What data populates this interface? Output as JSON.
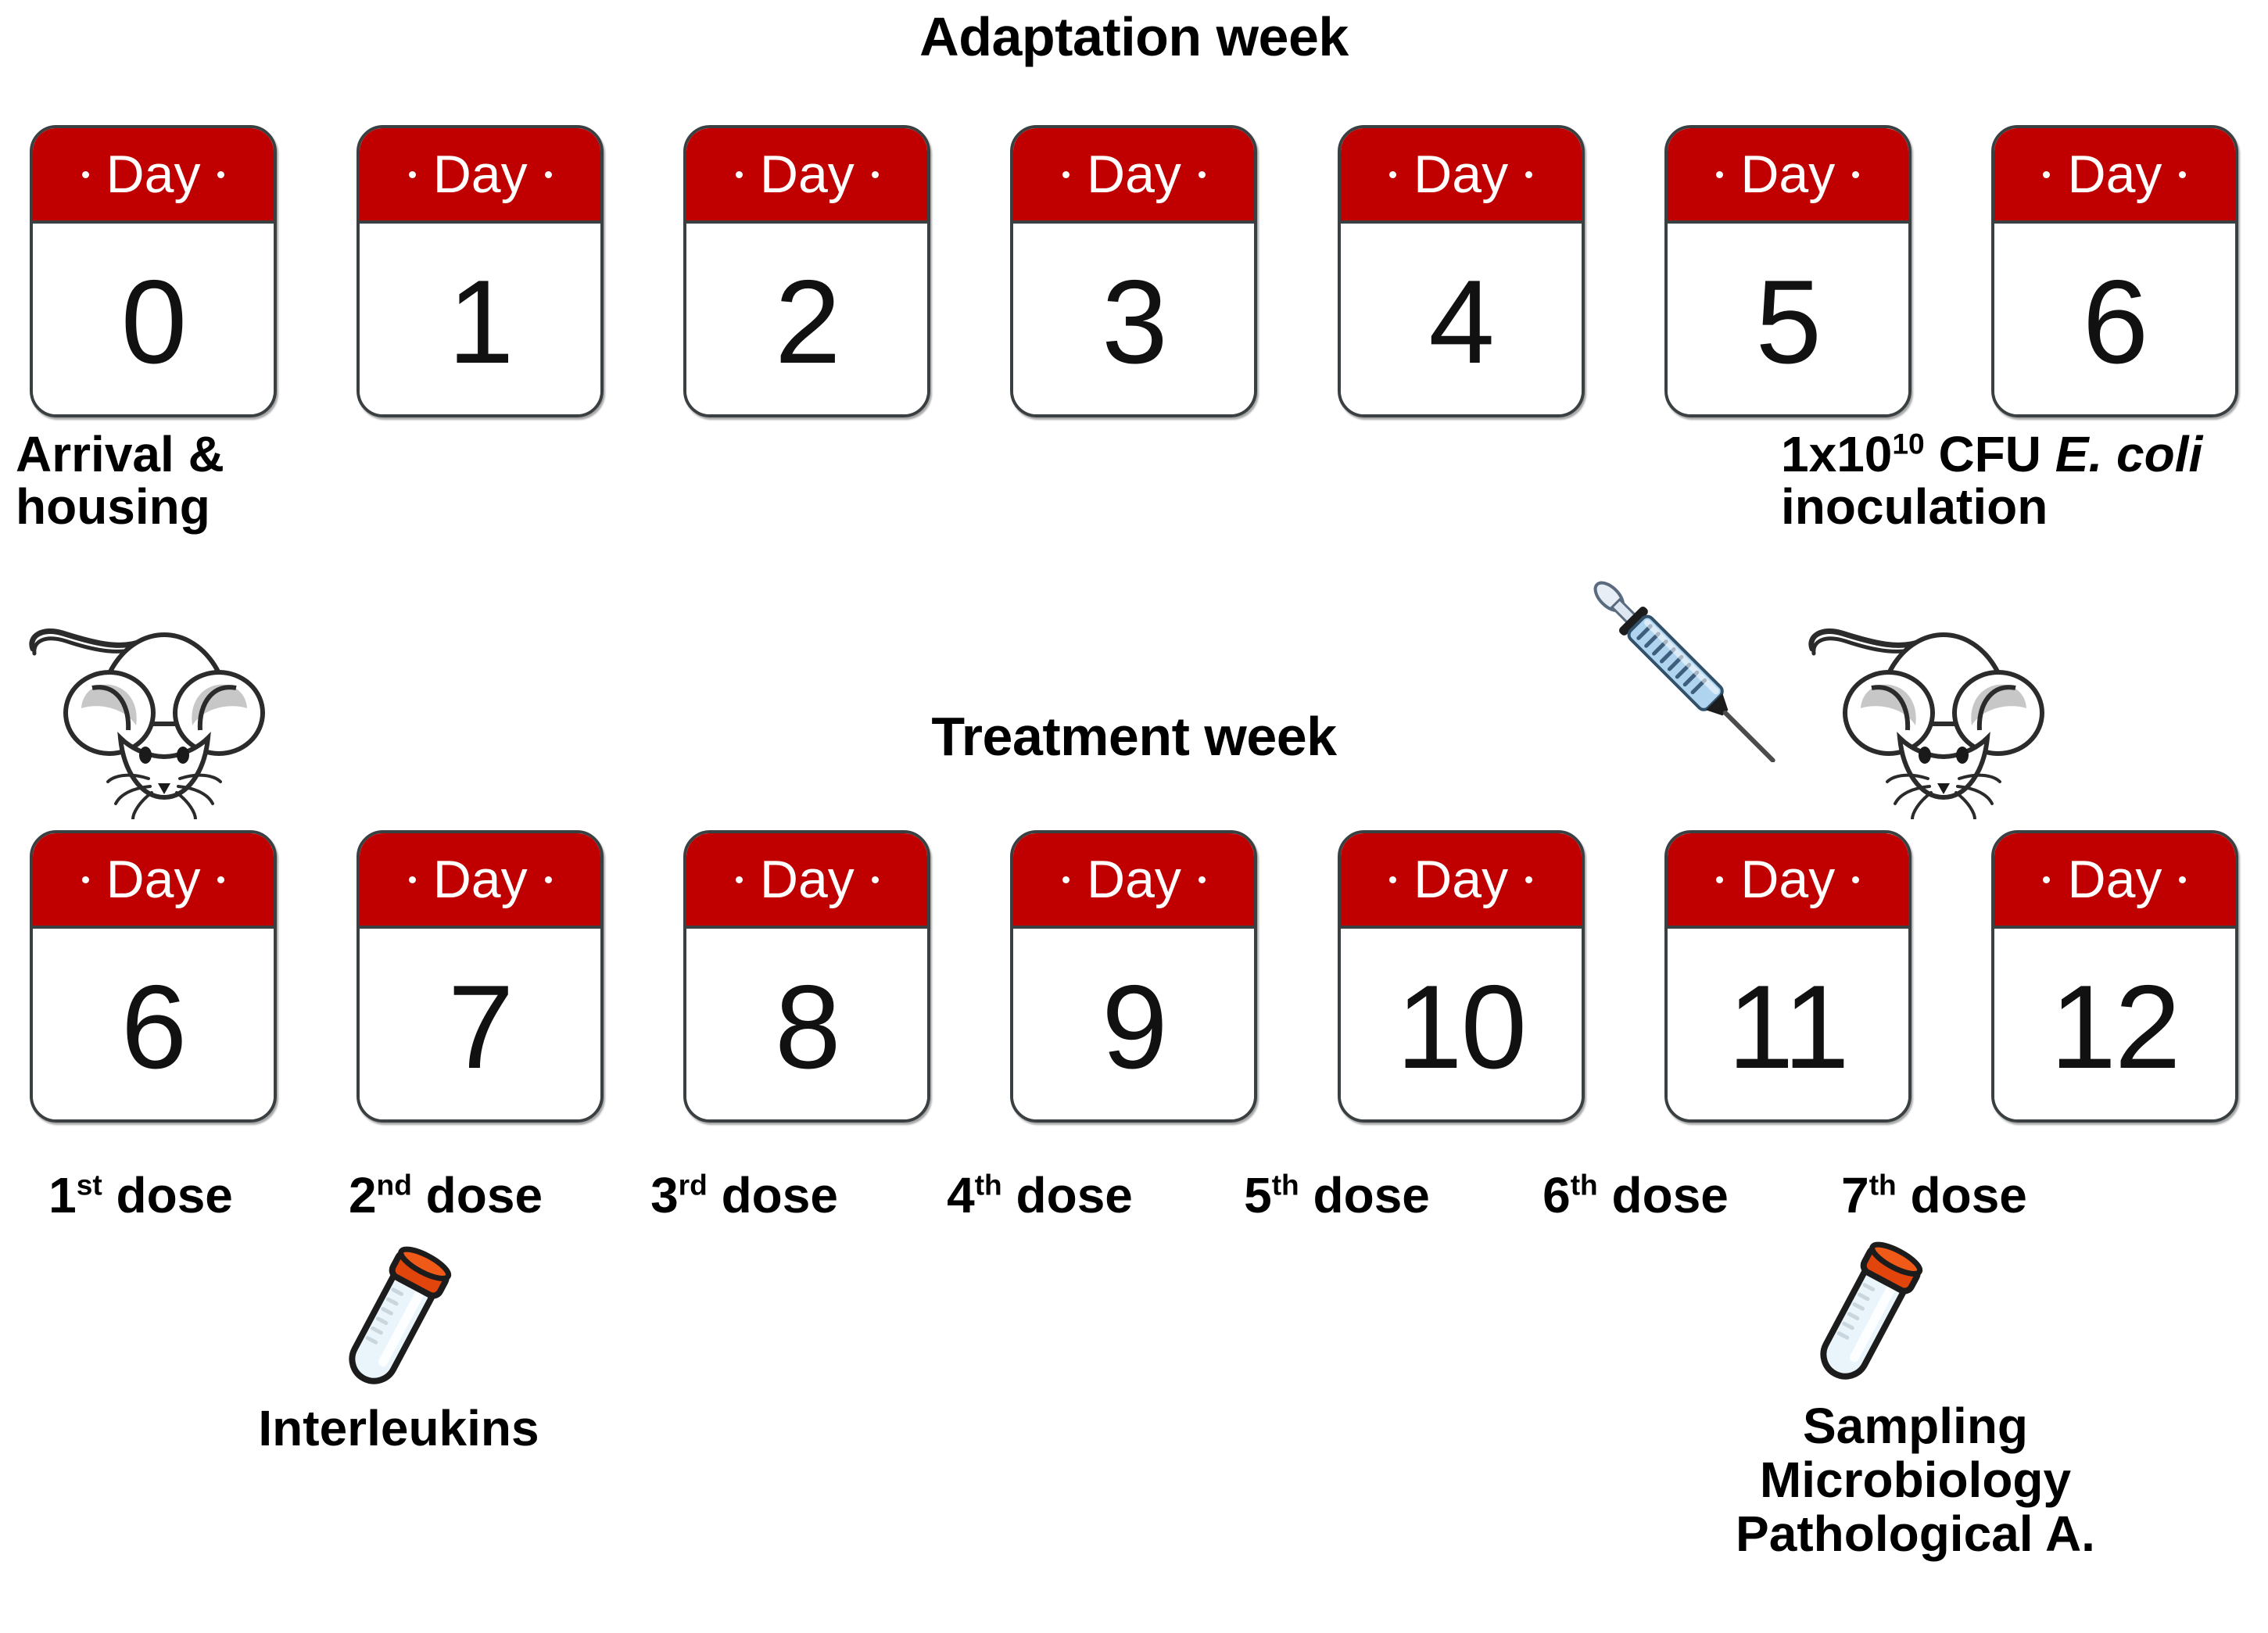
{
  "diagram": {
    "title_adaptation": "Adaptation week",
    "title_treatment": "Treatment week"
  },
  "adaptation_week": {
    "label": "Adaptation week",
    "day_word": "Day",
    "days": [
      "0",
      "1",
      "2",
      "3",
      "4",
      "5",
      "6"
    ],
    "captions": {
      "arrival_line1": "Arrival &",
      "arrival_line2": "housing",
      "inoculation_prefix": "1x10",
      "inoculation_exponent": "10",
      "inoculation_mid": " CFU ",
      "inoculation_italic": "E. coli",
      "inoculation_line2": "inoculation"
    }
  },
  "treatment_week": {
    "label": "Treatment week",
    "day_word": "Day",
    "days": [
      "6",
      "7",
      "8",
      "9",
      "10",
      "11",
      "12"
    ],
    "doses": [
      {
        "ordinal_number": "1",
        "ordinal_suffix": "st",
        "text": " dose"
      },
      {
        "ordinal_number": "2",
        "ordinal_suffix": "nd",
        "text": " dose"
      },
      {
        "ordinal_number": "3",
        "ordinal_suffix": "rd",
        "text": " dose"
      },
      {
        "ordinal_number": "4",
        "ordinal_suffix": "th",
        "text": " dose"
      },
      {
        "ordinal_number": "5",
        "ordinal_suffix": "th",
        "text": " dose"
      },
      {
        "ordinal_number": "6",
        "ordinal_suffix": "th",
        "text": " dose"
      },
      {
        "ordinal_number": "7",
        "ordinal_suffix": "th",
        "text": " dose"
      }
    ],
    "captions": {
      "interleukins": "Interleukins",
      "sampling_line1": "Sampling",
      "sampling_line2": "Microbiology",
      "sampling_line3": "Pathological A."
    }
  },
  "icons": {
    "mouse_left": "mouse-icon",
    "mouse_right": "mouse-icon",
    "syringe": "syringe-icon",
    "tube_left": "test-tube-icon",
    "tube_right": "test-tube-icon"
  },
  "colors": {
    "calendar_header_red": "#C00000",
    "calendar_border": "#3A3F41",
    "tube_cap_orange": "#E2450C",
    "syringe_barrel_blue": "#AFD4F0",
    "text_black": "#000000",
    "background": "#FFFFFF"
  }
}
